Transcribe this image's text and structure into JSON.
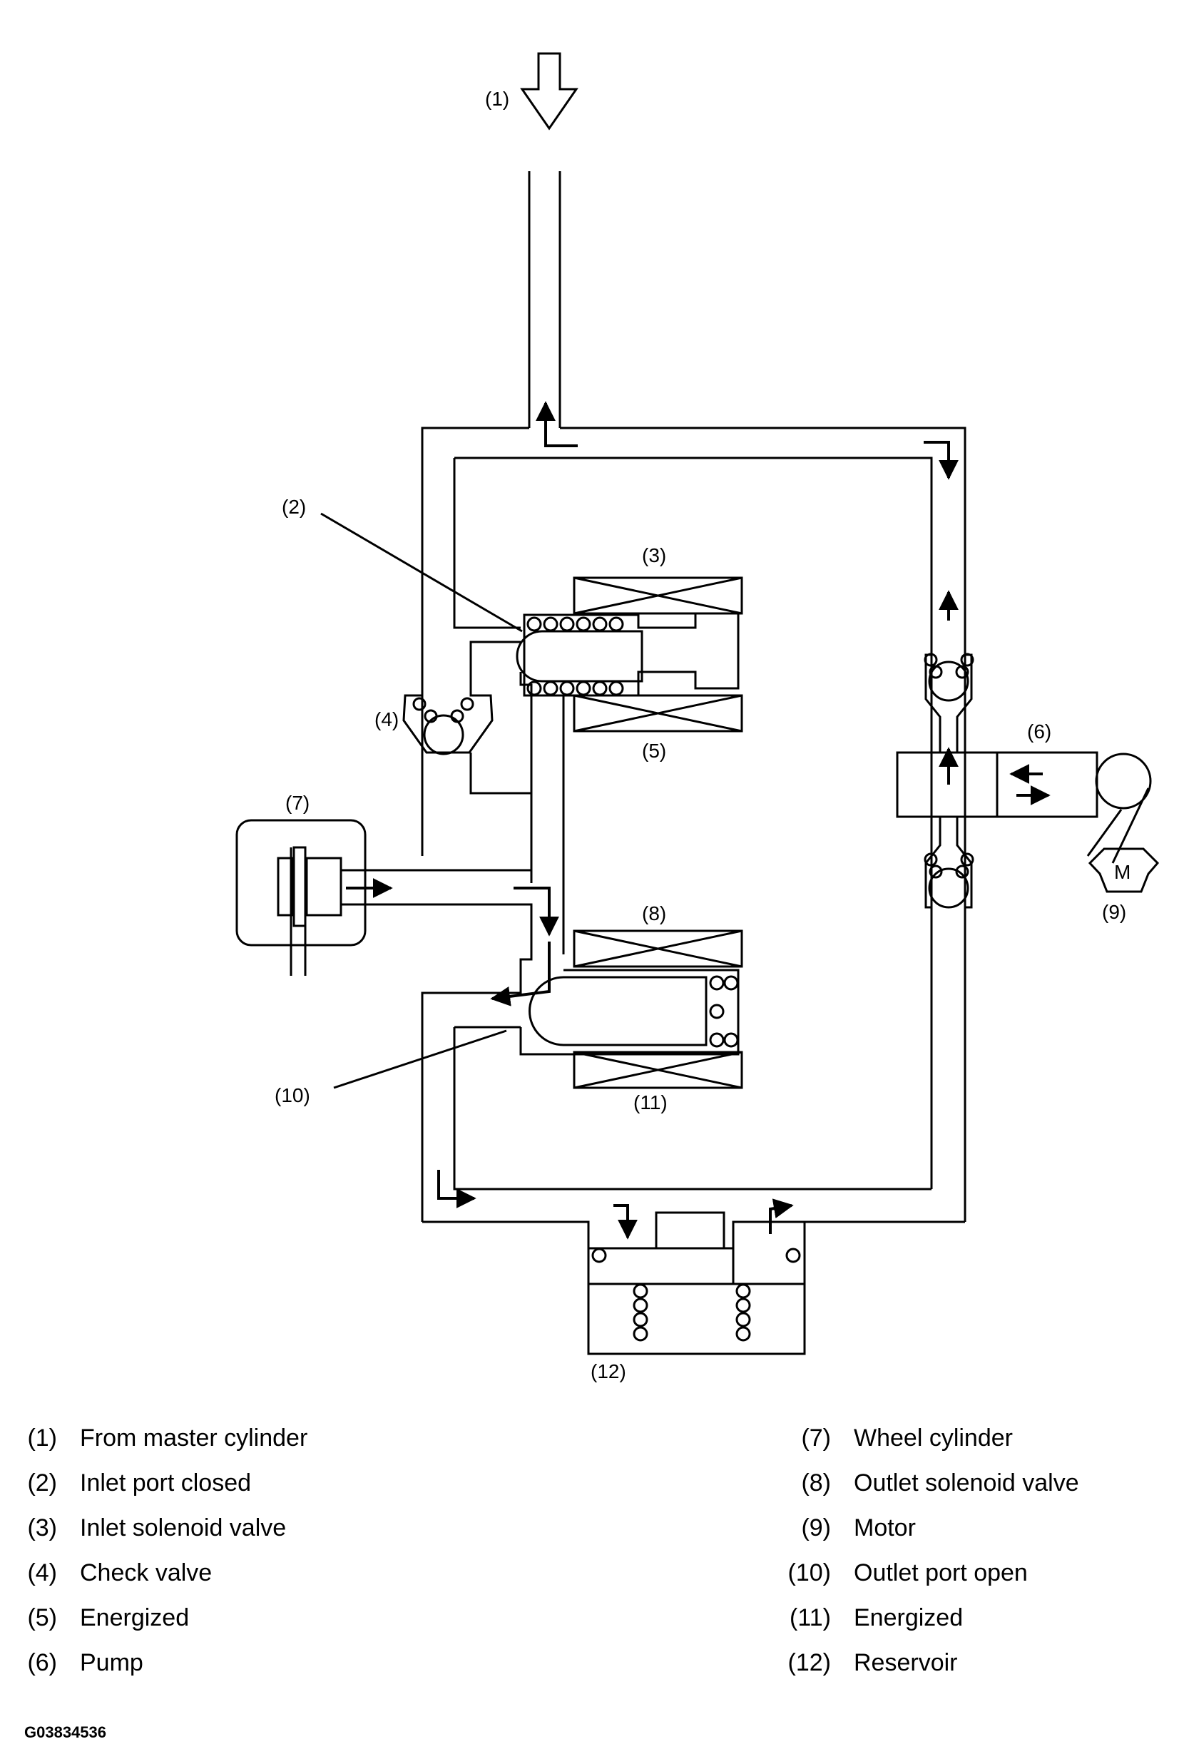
{
  "callouts": {
    "c1": "(1)",
    "c2": "(2)",
    "c3": "(3)",
    "c4": "(4)",
    "c5": "(5)",
    "c6": "(6)",
    "c7": "(7)",
    "c8": "(8)",
    "c9": "(9)",
    "c10": "(10)",
    "c11": "(11)",
    "c12": "(12)",
    "motor_letter": "M"
  },
  "legend": {
    "left": [
      {
        "num": "(1)",
        "text": "From master cylinder"
      },
      {
        "num": "(2)",
        "text": "Inlet port closed"
      },
      {
        "num": "(3)",
        "text": "Inlet solenoid valve"
      },
      {
        "num": "(4)",
        "text": "Check valve"
      },
      {
        "num": "(5)",
        "text": "Energized"
      },
      {
        "num": "(6)",
        "text": "Pump"
      }
    ],
    "right": [
      {
        "num": "(7)",
        "text": "Wheel cylinder"
      },
      {
        "num": "(8)",
        "text": "Outlet solenoid valve"
      },
      {
        "num": "(9)",
        "text": "Motor"
      },
      {
        "num": "(10)",
        "text": "Outlet port open"
      },
      {
        "num": "(11)",
        "text": "Energized"
      },
      {
        "num": "(12)",
        "text": "Reservoir"
      }
    ]
  },
  "figure_id": "G03834536"
}
